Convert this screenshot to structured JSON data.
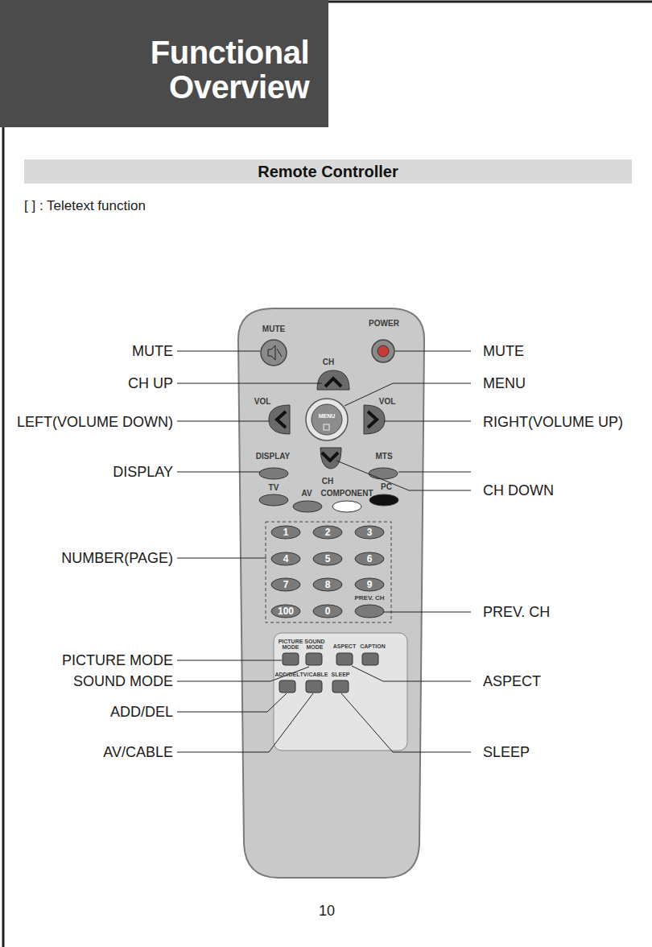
{
  "diagram": {
    "title": "Functional Overview",
    "nodes": [
      {
        "text": [
          "Remote Controller"
        ]
      }
    ],
    "labels": [
      "[ ] : Teletext function",
      "MUTE",
      "CH UP",
      "LEFT(VOLUME DOWN)",
      "DISPLAY",
      "NUMBER(PAGE)",
      "PICTURE MODE",
      "SOUND MODE",
      "ADD/DEL",
      "AV/CABLE",
      "MUTE",
      "MENU",
      "RIGHT(VOLUME UP)",
      "CH DOWN",
      "PREV. CH",
      "ASPECT",
      "SLEEP",
      "MUTE",
      "POWER",
      "CH",
      "VOL",
      "VOL",
      "MENU",
      "DISPLAY",
      "MTS",
      "CH",
      "TV",
      "AV",
      "COMPONENT",
      "PC",
      "1",
      "2",
      "3",
      "4",
      "5",
      "6",
      "7",
      "8",
      "9",
      "100",
      "0",
      "PREV. CH",
      "PICTURE MODE",
      "SOUND MODE",
      "ASPECT",
      "CAPTION",
      "ADD/DEL",
      "TV/CABLE",
      "SLEEP",
      "10"
    ]
  }
}
